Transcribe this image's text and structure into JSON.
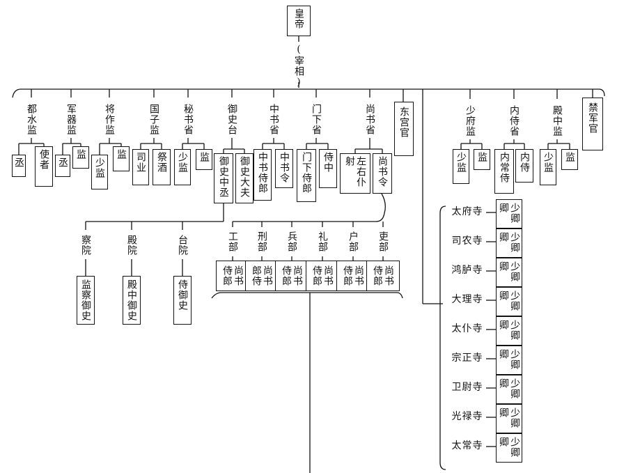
{
  "emperor": "皇帝",
  "chancellor": "(宰相)",
  "left_agencies": [
    {
      "id": "dushuijian",
      "name": "都水监",
      "subs": [
        "丞",
        "使者"
      ]
    },
    {
      "id": "junqijian",
      "name": "军器监",
      "subs": [
        "丞",
        "监"
      ]
    },
    {
      "id": "jiangzuojian",
      "name": "将作监",
      "subs": [
        "少监",
        "监"
      ]
    },
    {
      "id": "guozijian",
      "name": "国子监",
      "subs": [
        "司业",
        "祭酒"
      ]
    },
    {
      "id": "mishusheng",
      "name": "秘书省",
      "subs": [
        "少监",
        "监"
      ]
    },
    {
      "id": "yushitai",
      "name": "御史台",
      "subs": [
        "御史中丞",
        "御史大夫"
      ]
    },
    {
      "id": "zhongshusheng",
      "name": "中书省",
      "subs": [
        "中书侍郎",
        "中书令"
      ]
    },
    {
      "id": "menxiasheng",
      "name": "门下省",
      "subs": [
        "门下侍郎",
        "侍中"
      ]
    },
    {
      "id": "shangshusheng",
      "name": "尚书省",
      "subs": [
        "左右仆射",
        "尚书令"
      ]
    }
  ],
  "donggong": "东宫官",
  "right_agencies": [
    {
      "id": "shaofujian",
      "name": "少府监",
      "subs": [
        "少监",
        "监"
      ]
    },
    {
      "id": "neishisheng",
      "name": "内侍省",
      "subs": [
        "内常侍",
        "内侍"
      ]
    },
    {
      "id": "dianzhongjian",
      "name": "殿中监",
      "subs": [
        "少监",
        "监"
      ]
    }
  ],
  "jinjun": "禁军官",
  "censorate_courts": [
    {
      "id": "chayuan",
      "name": "察院",
      "official": "监察御史"
    },
    {
      "id": "dianyuan",
      "name": "殿院",
      "official": "殿中御史"
    },
    {
      "id": "taiyuan",
      "name": "台院",
      "official": "侍御史"
    }
  ],
  "ministries": [
    {
      "id": "gongbu",
      "name": "工部",
      "subs": [
        "侍郎",
        "尚书"
      ]
    },
    {
      "id": "xingbu",
      "name": "刑部",
      "subs": [
        "郎侍",
        "尚书"
      ]
    },
    {
      "id": "bingbu",
      "name": "兵部",
      "subs": [
        "侍郎",
        "尚书"
      ]
    },
    {
      "id": "libu_rites",
      "name": "礼部",
      "subs": [
        "侍郎",
        "尚书"
      ]
    },
    {
      "id": "hubu",
      "name": "户部",
      "subs": [
        "侍郎",
        "尚书"
      ]
    },
    {
      "id": "libu_personnel",
      "name": "吏部",
      "subs": [
        "侍郎",
        "尚书"
      ]
    }
  ],
  "nine_courts": [
    {
      "id": "taifusi",
      "name": "太府寺",
      "officials": "少卿卿"
    },
    {
      "id": "sinongsi",
      "name": "司农寺",
      "officials": "少卿卿"
    },
    {
      "id": "honglusi",
      "name": "鸿胪寺",
      "officials": "少卿卿"
    },
    {
      "id": "dalisi",
      "name": "大理寺",
      "officials": "少卿卿"
    },
    {
      "id": "taipusi",
      "name": "太仆寺",
      "officials": "少卿卿"
    },
    {
      "id": "zongzhengsi",
      "name": "宗正寺",
      "officials": "少卿卿"
    },
    {
      "id": "weiweisi",
      "name": "卫尉寺",
      "officials": "少卿卿"
    },
    {
      "id": "guanglusi",
      "name": "光禄寺",
      "officials": "少卿卿"
    },
    {
      "id": "taichangsi",
      "name": "太常寺",
      "officials": "少卿卿"
    }
  ]
}
